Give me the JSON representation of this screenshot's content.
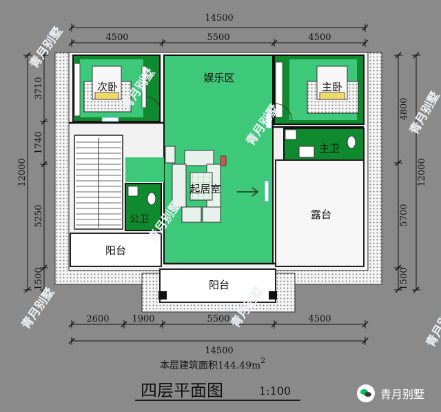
{
  "dimensions": {
    "top_total": "14500",
    "top_segments": [
      "4500",
      "5500",
      "4500"
    ],
    "bottom_segments": [
      "2600",
      "1900",
      "5500",
      "4500"
    ],
    "bottom_total": "14500",
    "left_total": "12000",
    "left_segments": [
      "3710",
      "1740",
      "5250",
      "1500"
    ],
    "right_total": "12000",
    "right_segments": [
      "4800",
      "5700",
      "1500"
    ]
  },
  "rooms": {
    "bedroom_secondary": "次卧",
    "bedroom_master": "主卧",
    "entertainment": "娱乐区",
    "living": "起居室",
    "master_bath": "主卫",
    "public_bath": "公卫",
    "terrace": "露台",
    "balcony_left": "阳台",
    "balcony_bottom": "阳台"
  },
  "area_label": "本层建筑面积144.49m",
  "area_unit_sup": "2",
  "title": "四层平面图",
  "scale": "1:100",
  "watermark": "青月别墅",
  "badge_text": "青月别墅",
  "colors": {
    "background": "#8a8a8a",
    "room_green": "#3ec87a",
    "dark_green": "#0f8a2e",
    "wall": "#e8e8e8",
    "terrace": "#f2f2f2"
  }
}
